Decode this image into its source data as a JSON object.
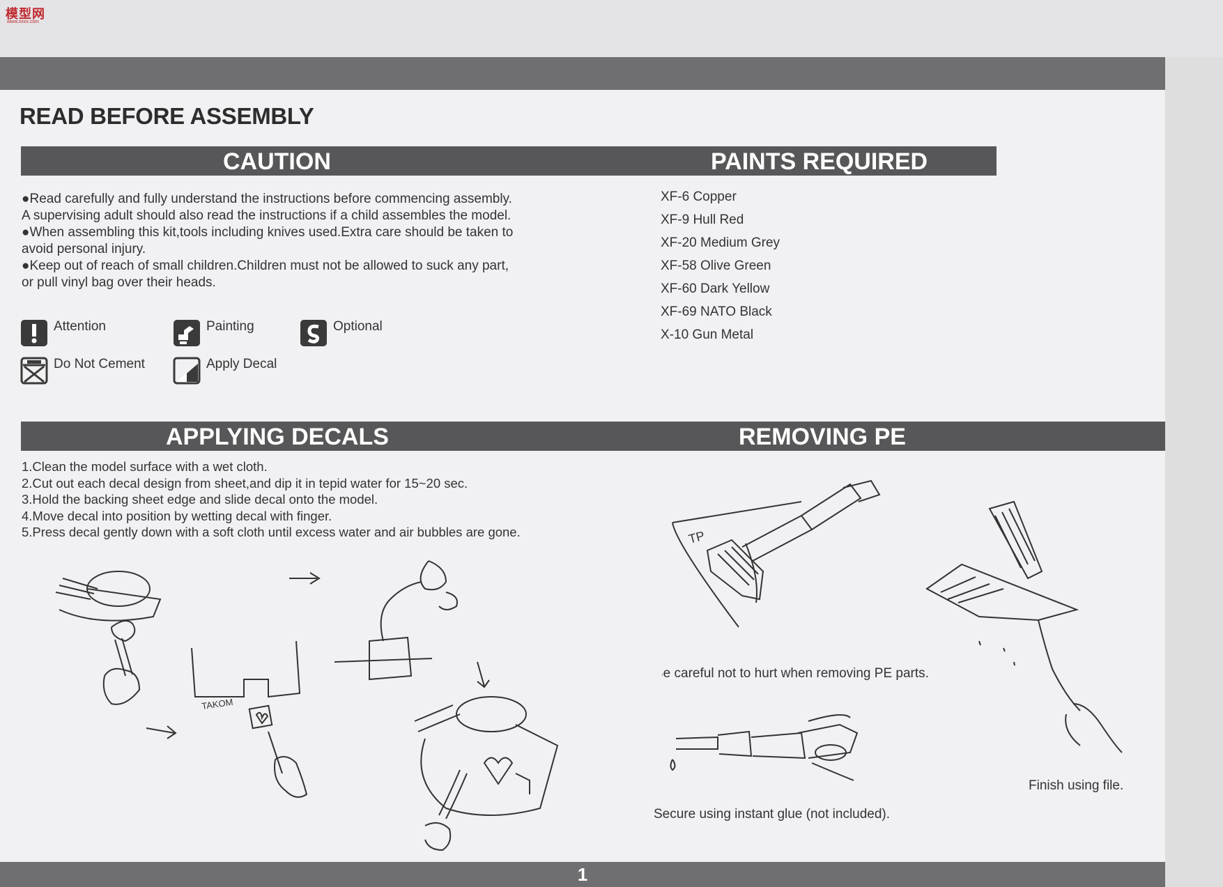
{
  "watermark": {
    "logo": "模型网",
    "sub": "www.xxxx.com"
  },
  "title": "READ BEFORE ASSEMBLY",
  "caution": {
    "heading": "CAUTION",
    "lines": [
      "●Read carefully and fully understand the instructions before commencing assembly.",
      "A supervising adult should also read the instructions if a child assembles the model.",
      "●When assembling this kit,tools including knives used.Extra care should be taken to",
      "avoid personal injury.",
      "●Keep out of reach of small children.Children must not be allowed to suck any part,",
      "or pull vinyl bag over their heads."
    ]
  },
  "legend": {
    "attention": "Attention",
    "painting": "Painting",
    "optional": "Optional",
    "do_not_cement": "Do Not Cement",
    "apply_decal": "Apply Decal"
  },
  "paints": {
    "heading": "PAINTS REQUIRED",
    "items": [
      "XF-6   Copper",
      "XF-9   Hull Red",
      "XF-20 Medium Grey",
      "XF-58 Olive Green",
      "XF-60 Dark Yellow",
      "XF-69 NATO Black",
      "X-10 Gun Metal"
    ]
  },
  "decals": {
    "heading": "APPLYING DECALS",
    "steps": [
      "1.Clean the model surface with a wet cloth.",
      "2.Cut out each decal design from sheet,and dip it in tepid water for 15~20 sec.",
      "3.Hold the backing sheet edge and slide decal onto the model.",
      "4.Move decal into position by wetting decal with finger.",
      "5.Press decal gently down with a soft cloth until excess water and air bubbles are gone."
    ],
    "sheet_label": "TAKOM"
  },
  "pe": {
    "heading": "REMOVING PE",
    "tp_label": "TP",
    "caption_careful": "Be careful not to hurt when removing PE parts.",
    "caption_glue": "Secure using instant glue (not included).",
    "caption_file": "Finish using file."
  },
  "page_number": "1"
}
